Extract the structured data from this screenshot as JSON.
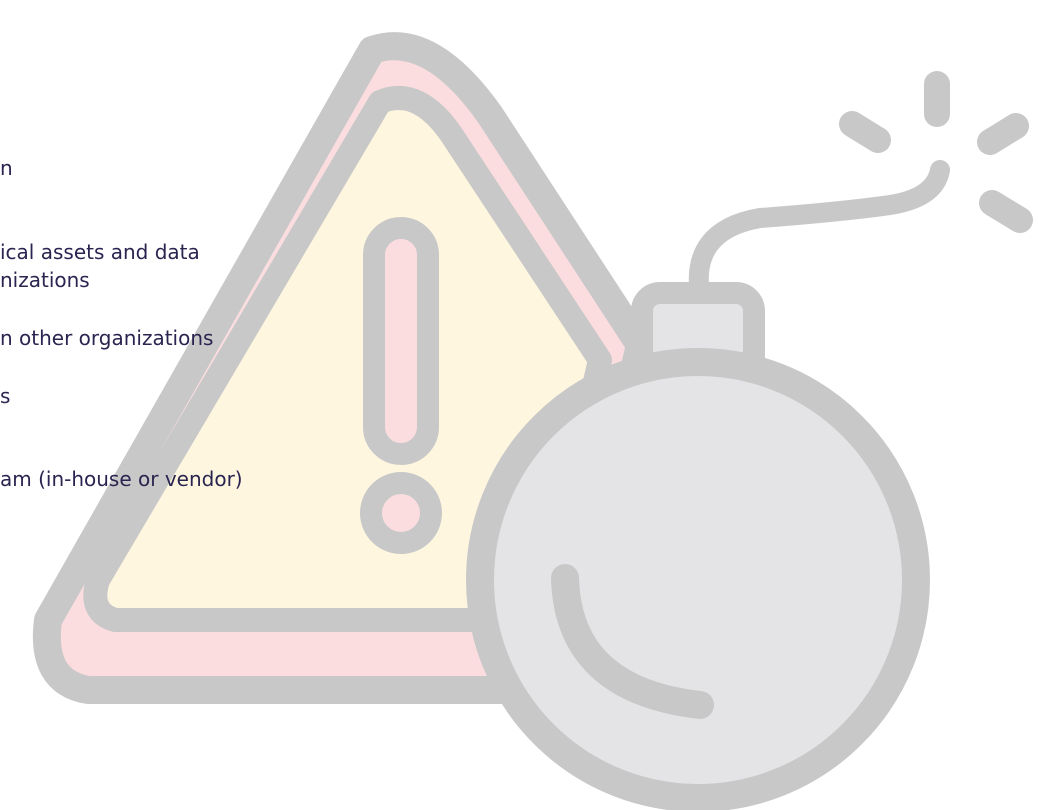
{
  "list_items": [
    "n",
    "ical assets and data",
    "nizations",
    "n other organizations",
    "s",
    "am (in-house or vendor)"
  ],
  "illustration": {
    "icon": "warning-triangle-with-bomb",
    "colors": {
      "outline": "#c8c8c8",
      "triangle_red": "#fbdde0",
      "triangle_yellow": "#fff6e0",
      "bomb_body": "#e4e3e6",
      "exclamation": "#fbdde0"
    }
  }
}
